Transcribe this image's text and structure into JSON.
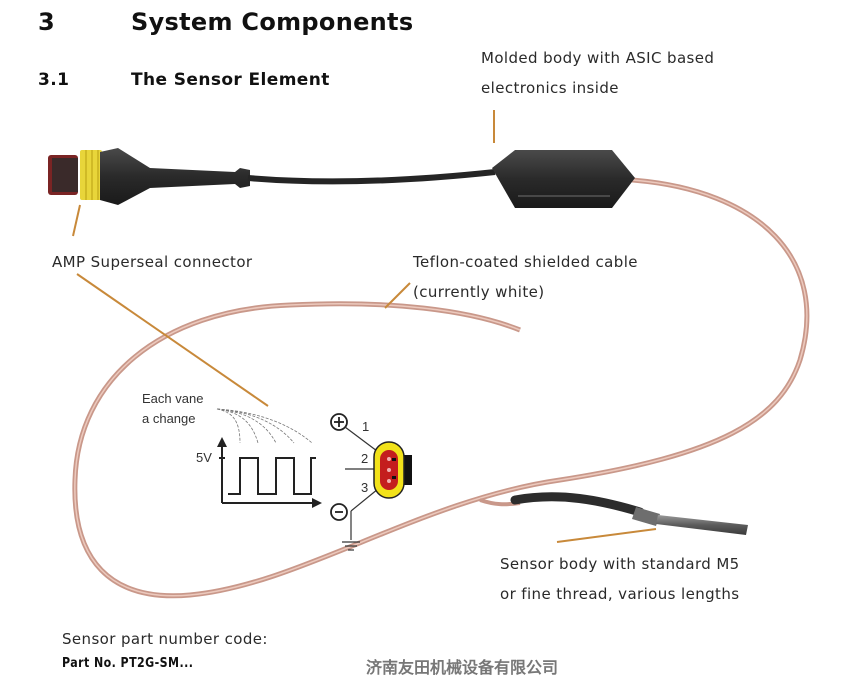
{
  "section": {
    "number": "3",
    "title": "System Components"
  },
  "subsection": {
    "number": "3.1",
    "title": "The Sensor Element"
  },
  "callouts": {
    "molded_body": [
      "Molded body with ASIC based",
      "electronics inside"
    ],
    "connector": "AMP Superseal connector",
    "cable": [
      "Teflon-coated shielded cable",
      "(currently white)"
    ],
    "sensor_body": [
      "Sensor body with standard M5",
      "or fine thread, various lengths"
    ]
  },
  "diagram": {
    "vane_note": [
      "Each vane",
      "a change"
    ],
    "voltage_label": "5V",
    "pins": [
      "1",
      "2",
      "3"
    ],
    "plus_symbol": "+",
    "minus_symbol": "−"
  },
  "footer": {
    "code_label": "Sensor part number code:",
    "part_no": "Part No. PT2G-SM...",
    "watermark": "济南友田机械设备有限公司"
  },
  "colors": {
    "leader_line": "#c8893a",
    "cable": "#d6a99a",
    "connector_yellow": "#f2e21a",
    "connector_red": "#b81c1c",
    "body_black": "#2b2b2b"
  }
}
